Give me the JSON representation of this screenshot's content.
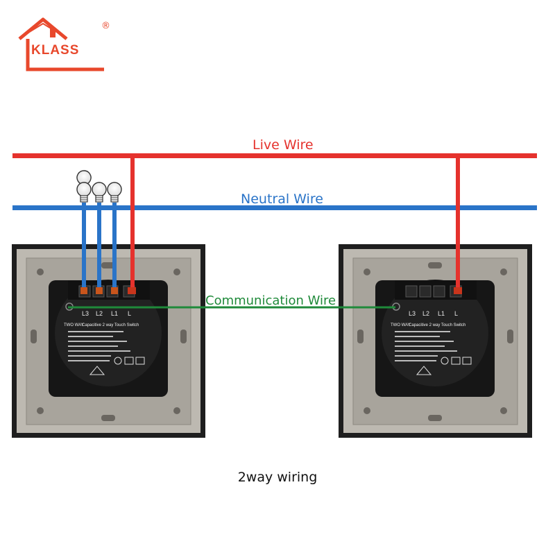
{
  "logo": {
    "brand": "KLASS",
    "registered": "®"
  },
  "wires": {
    "live": "Live Wire",
    "neutral": "Neutral Wire",
    "communication": "Communication Wire"
  },
  "caption": "2way wiring",
  "switch_left": {
    "terminals": [
      "L3",
      "L2",
      "L1",
      "L"
    ],
    "module_title": "Capacitive 2 way Touch Switch",
    "badge": "TWO WAY"
  },
  "switch_right": {
    "terminals": [
      "L3",
      "L2",
      "L1",
      "L"
    ],
    "module_title": "Capacitive 2 way Touch Switch",
    "badge": "TWO WAY"
  },
  "colors": {
    "live": "#e5322d",
    "neutral": "#2a74c8",
    "communication": "#1f8a3a",
    "brand": "#e8482c"
  },
  "icons": [
    "house-logo-icon",
    "light-bulb-icon",
    "certification-marks-icon"
  ]
}
